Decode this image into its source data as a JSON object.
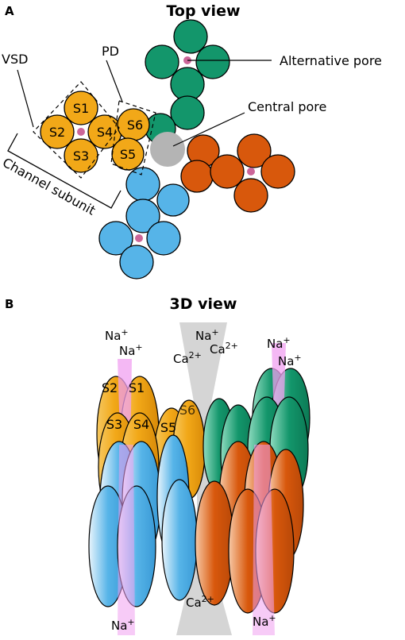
{
  "panel_a": {
    "letter": "A",
    "title": "Top view",
    "labels": {
      "vsd": "VSD",
      "pd": "PD",
      "alternative_pore": "Alternative pore",
      "central_pore": "Central pore",
      "channel_subunit": "Channel subunit"
    },
    "segments": [
      "S1",
      "S2",
      "S3",
      "S4",
      "S5",
      "S6"
    ],
    "colors": {
      "orange_yellow": "#f2a818",
      "green": "#13966b",
      "red_orange": "#d8580c",
      "blue": "#56b4e8",
      "central_pore": "#b4b4b4",
      "pore_dot": "#cc6699"
    }
  },
  "panel_b": {
    "letter": "B",
    "title": "3D view",
    "segments": [
      "S2",
      "S1",
      "S3",
      "S4",
      "S5",
      "S6"
    ],
    "ions": {
      "na": "Na",
      "ca": "Ca",
      "na_charge": "+",
      "ca_charge": "2+"
    },
    "colors": {
      "sodium_path": "#f0a0f0",
      "calcium_path": "#d0d0d0"
    }
  }
}
